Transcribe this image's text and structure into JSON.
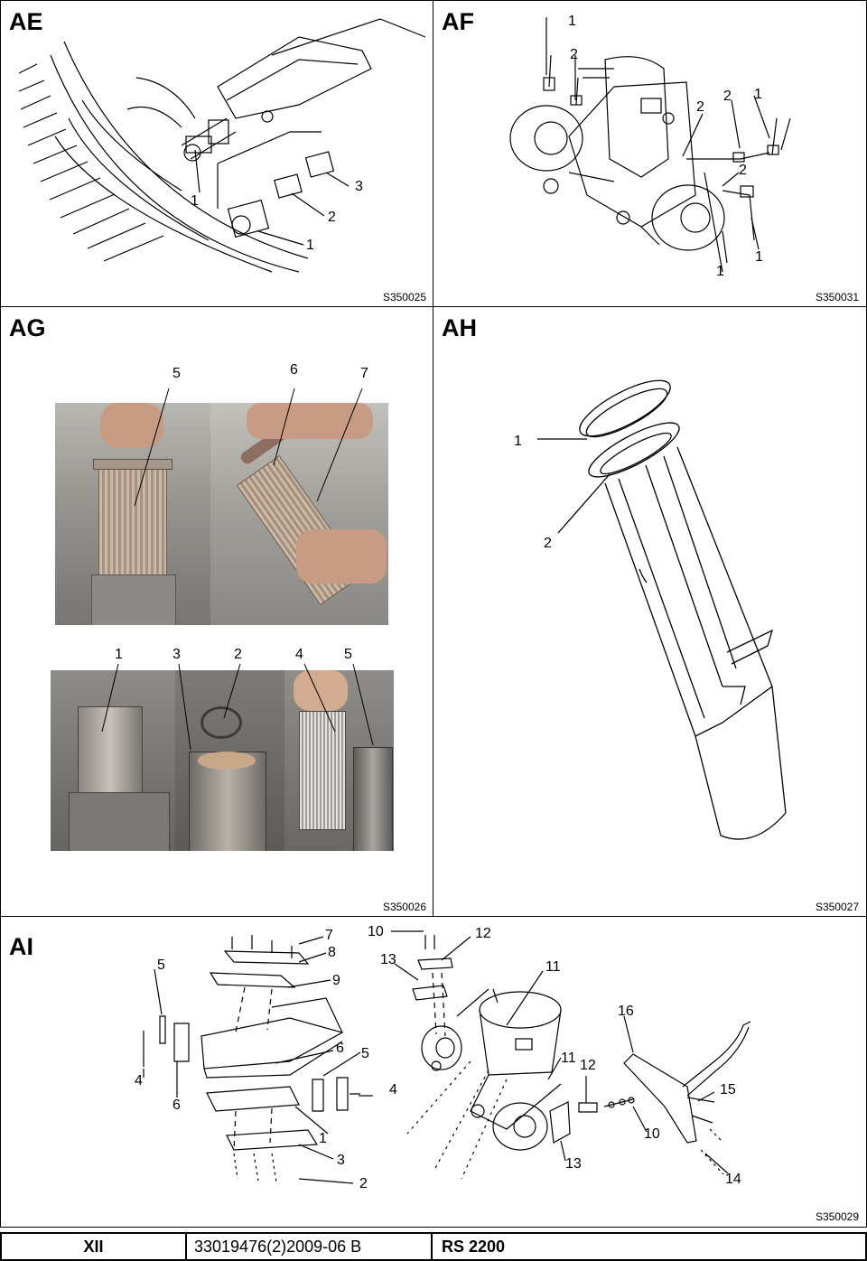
{
  "panels": {
    "ae": {
      "title": "AE",
      "code": "S350025",
      "callouts": [
        "1",
        "3",
        "2",
        "1"
      ]
    },
    "af": {
      "title": "AF",
      "code": "S350031",
      "callouts": [
        "1",
        "2",
        "2",
        "2",
        "1",
        "2",
        "1",
        "1"
      ]
    },
    "ag": {
      "title": "AG",
      "code": "S350026",
      "callouts_top": [
        "5",
        "6",
        "7"
      ],
      "callouts_bottom": [
        "1",
        "3",
        "2",
        "4",
        "5"
      ]
    },
    "ah": {
      "title": "AH",
      "code": "S350027",
      "callouts": [
        "1",
        "2"
      ]
    },
    "ai": {
      "title": "AI",
      "code": "S350029",
      "callouts": [
        "7",
        "8",
        "5",
        "9",
        "6",
        "5",
        "4",
        "4",
        "6",
        "1",
        "3",
        "2",
        "10",
        "12",
        "13",
        "11",
        "16",
        "11",
        "12",
        "15",
        "10",
        "13",
        "14"
      ]
    }
  },
  "footer": {
    "page": "XII",
    "doc_number": "33019476(2)2009-06 B",
    "model": "RS 2200"
  }
}
